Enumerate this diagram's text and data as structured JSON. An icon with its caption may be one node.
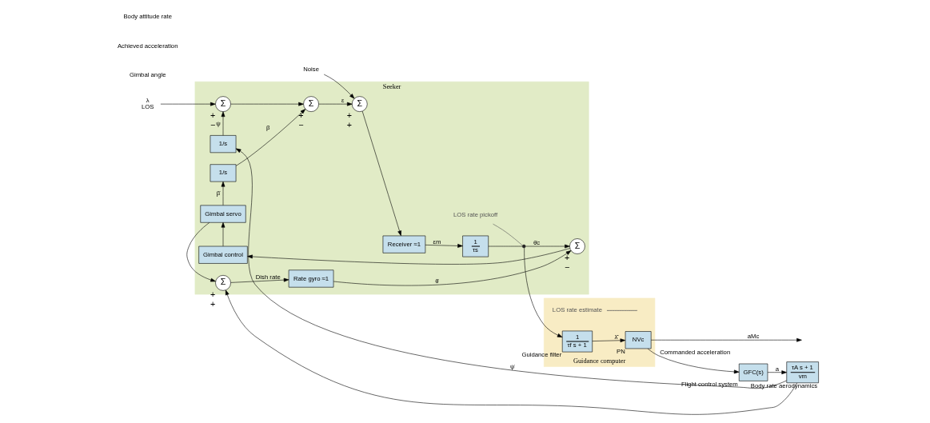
{
  "diagram": {
    "nodes": [
      {
        "text": [
          "Seeker"
        ]
      },
      {
        "text": [
          "Guidance computer"
        ]
      },
      {
        "text": [
          "λ",
          "LOS"
        ]
      },
      {
        "text": [
          "Σ"
        ],
        "in": 0,
        "beside": [
          "+",
          "−"
        ]
      },
      {
        "text": [
          "Σ"
        ],
        "in": 0,
        "beside": [
          "+",
          "−"
        ]
      },
      {
        "text": [
          "Noise"
        ]
      },
      {
        "text": [
          "Σ"
        ],
        "in": 0,
        "beside": [
          "+",
          "+"
        ]
      },
      {
        "text": [
          "Receiver ≈1"
        ],
        "in": 0
      },
      {
        "text": [
          "1",
          "τs"
        ],
        "in": 0
      },
      {
        "text": [
          "LOS rate pickoff"
        ],
        "in": 0
      },
      {
        "text": [],
        "shape": "circle",
        "in": 0
      },
      {
        "text": [
          "1/s"
        ],
        "in": 0
      },
      {
        "text": [
          "1/s"
        ],
        "in": 0
      },
      {
        "text": [
          "Gimbal servo"
        ],
        "in": 0
      },
      {
        "text": [
          "Gimbal control"
        ],
        "in": 0
      },
      {
        "text": [
          "Σ"
        ],
        "in": 0,
        "beside": [
          "+",
          "−"
        ]
      },
      {
        "text": [
          "Σ"
        ],
        "in": 0,
        "beside": [
          "+",
          "+"
        ]
      },
      {
        "text": [
          "Rate gyro ≈1"
        ],
        "in": 0
      },
      {
        "text": [
          "LOS rate estimate"
        ],
        "in": 1
      },
      {
        "text": [
          "1",
          "τf s + 1"
        ],
        "in": 1,
        "beside": [
          "Guidance filter"
        ]
      },
      {
        "text": [
          "NVc"
        ],
        "in": 1,
        "beside": [
          "PN"
        ]
      },
      {
        "text": [
          "GFC(s)"
        ],
        "beside": [
          "Flight control system"
        ]
      },
      {
        "text": [
          "τA s + 1",
          "vm"
        ],
        "beside": [
          "Body rate aerodynamics"
        ]
      }
    ],
    "edges": [
      {
        "from": 2,
        "to": 3,
        "arrow": "to"
      },
      {
        "from": 3,
        "to": 4,
        "arrow": "to"
      },
      {
        "from": 4,
        "to": 6,
        "arrow": "to",
        "label": "ε"
      },
      {
        "from": 5,
        "to": 6,
        "arrow": "to"
      },
      {
        "from": 6,
        "to": 7,
        "arrow": "to"
      },
      {
        "from": 7,
        "to": 8,
        "arrow": "to",
        "label": "εm"
      },
      {
        "from": 8,
        "to": 10,
        "arrow": "none"
      },
      {
        "from": 10,
        "to": 19,
        "arrow": "to"
      },
      {
        "from": 19,
        "to": 20,
        "arrow": "to",
        "label": "λ̂̇"
      },
      {
        "from": 20,
        "to": null,
        "arrow": "to",
        "label": "aMc"
      },
      {
        "from": 20,
        "to": 21,
        "arrow": "to",
        "label": "Commanded acceleration"
      },
      {
        "from": 21,
        "to": 22,
        "arrow": "to",
        "label": "a"
      },
      {
        "from": 22,
        "to": 11,
        "arrow": "to",
        "label": "ψ̇"
      },
      {
        "from": 22,
        "to": 16,
        "arrow": "to"
      },
      {
        "from": 11,
        "to": 3,
        "arrow": "to",
        "label": "ψ"
      },
      {
        "from": 12,
        "to": 4,
        "arrow": "to",
        "label": "β"
      },
      {
        "from": 10,
        "to": 15,
        "arrow": "to",
        "label": "θ̇c"
      },
      {
        "from": 15,
        "to": 14,
        "arrow": "to"
      },
      {
        "from": 14,
        "to": 13,
        "arrow": "to"
      },
      {
        "from": 13,
        "to": 12,
        "arrow": "to",
        "label": "β̇"
      },
      {
        "from": 13,
        "to": 16,
        "arrow": "to"
      },
      {
        "from": 16,
        "to": 17,
        "arrow": "to",
        "label": "Dish rate"
      },
      {
        "from": 17,
        "to": 15,
        "arrow": "to",
        "label": "θ̇"
      },
      {
        "from": 9,
        "to": 10,
        "arrow": "none",
        "color": "#555555"
      },
      {
        "from": 18,
        "to": null,
        "arrow": "none",
        "color": "#555555"
      }
    ],
    "labels": [
      "Gimbal angle",
      "Achieved acceleration",
      "Body attitude rate"
    ]
  }
}
